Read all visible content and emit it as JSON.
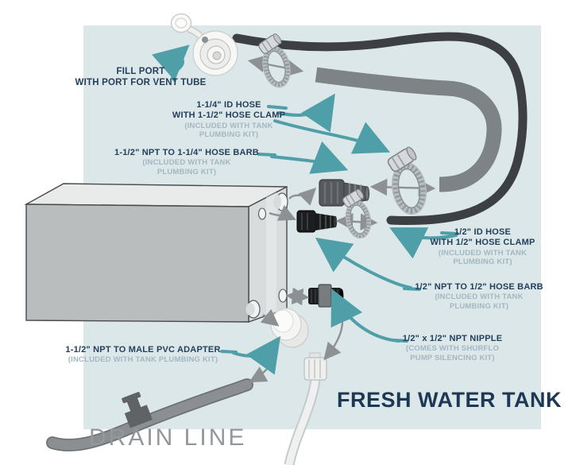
{
  "title": "FRESH WATER TANK",
  "drain_line": "DRAIN LINE",
  "labels": {
    "fill_port": {
      "line1": "FILL PORT",
      "line2": "WITH PORT FOR VENT TUBE"
    },
    "hose_114": {
      "line1": "1-1/4\" ID HOSE",
      "line2": "WITH 1-1/2\" HOSE CLAMP",
      "line3": "(INCLUDED WITH TANK",
      "line4": "PLUMBING KIT)"
    },
    "barb_114": {
      "line1": "1-1/2\" NPT TO 1-1/4\" HOSE BARB",
      "line2": "(INCLUDED WITH TANK",
      "line3": "PLUMBING KIT)"
    },
    "hose_12": {
      "line1": "1/2\" ID HOSE",
      "line2": "WITH 1/2\" HOSE CLAMP",
      "line3": "(INCLUDED WITH TANK",
      "line4": "PLUMBING KIT)"
    },
    "barb_12": {
      "line1": "1/2\" NPT TO 1/2\" HOSE BARB",
      "line2": "(INCLUDED WITH TANK",
      "line3": "PLUMBING KIT)"
    },
    "nipple": {
      "line1": "1/2\" x 1/2\" NPT NIPPLE",
      "line2": "(COMES WITH SHURFLO",
      "line3": "PUMP SILENCING KIT)"
    },
    "pvc_adapter": {
      "line1": "1-1/2\" NPT TO MALE PVC ADAPTER",
      "line2": "(INCLUDED WITH TANK PLUMBING KIT)"
    }
  },
  "colors": {
    "panel": "#dce7e9",
    "teal_arrow": "#4f9fa9",
    "grey_arrow": "#8d9194",
    "navy_text": "#23405c",
    "muted_text": "#a3b7c1",
    "title_text": "#1d3854",
    "drain_text": "#94989b",
    "hose_dark": "#3c4043",
    "hose_grey": "#7e8386",
    "tank_front": "#b9bdbe",
    "tank_top": "#e9ebeb",
    "tank_side": "#d8dcdc",
    "drain_pipe": "#8b8f91"
  }
}
